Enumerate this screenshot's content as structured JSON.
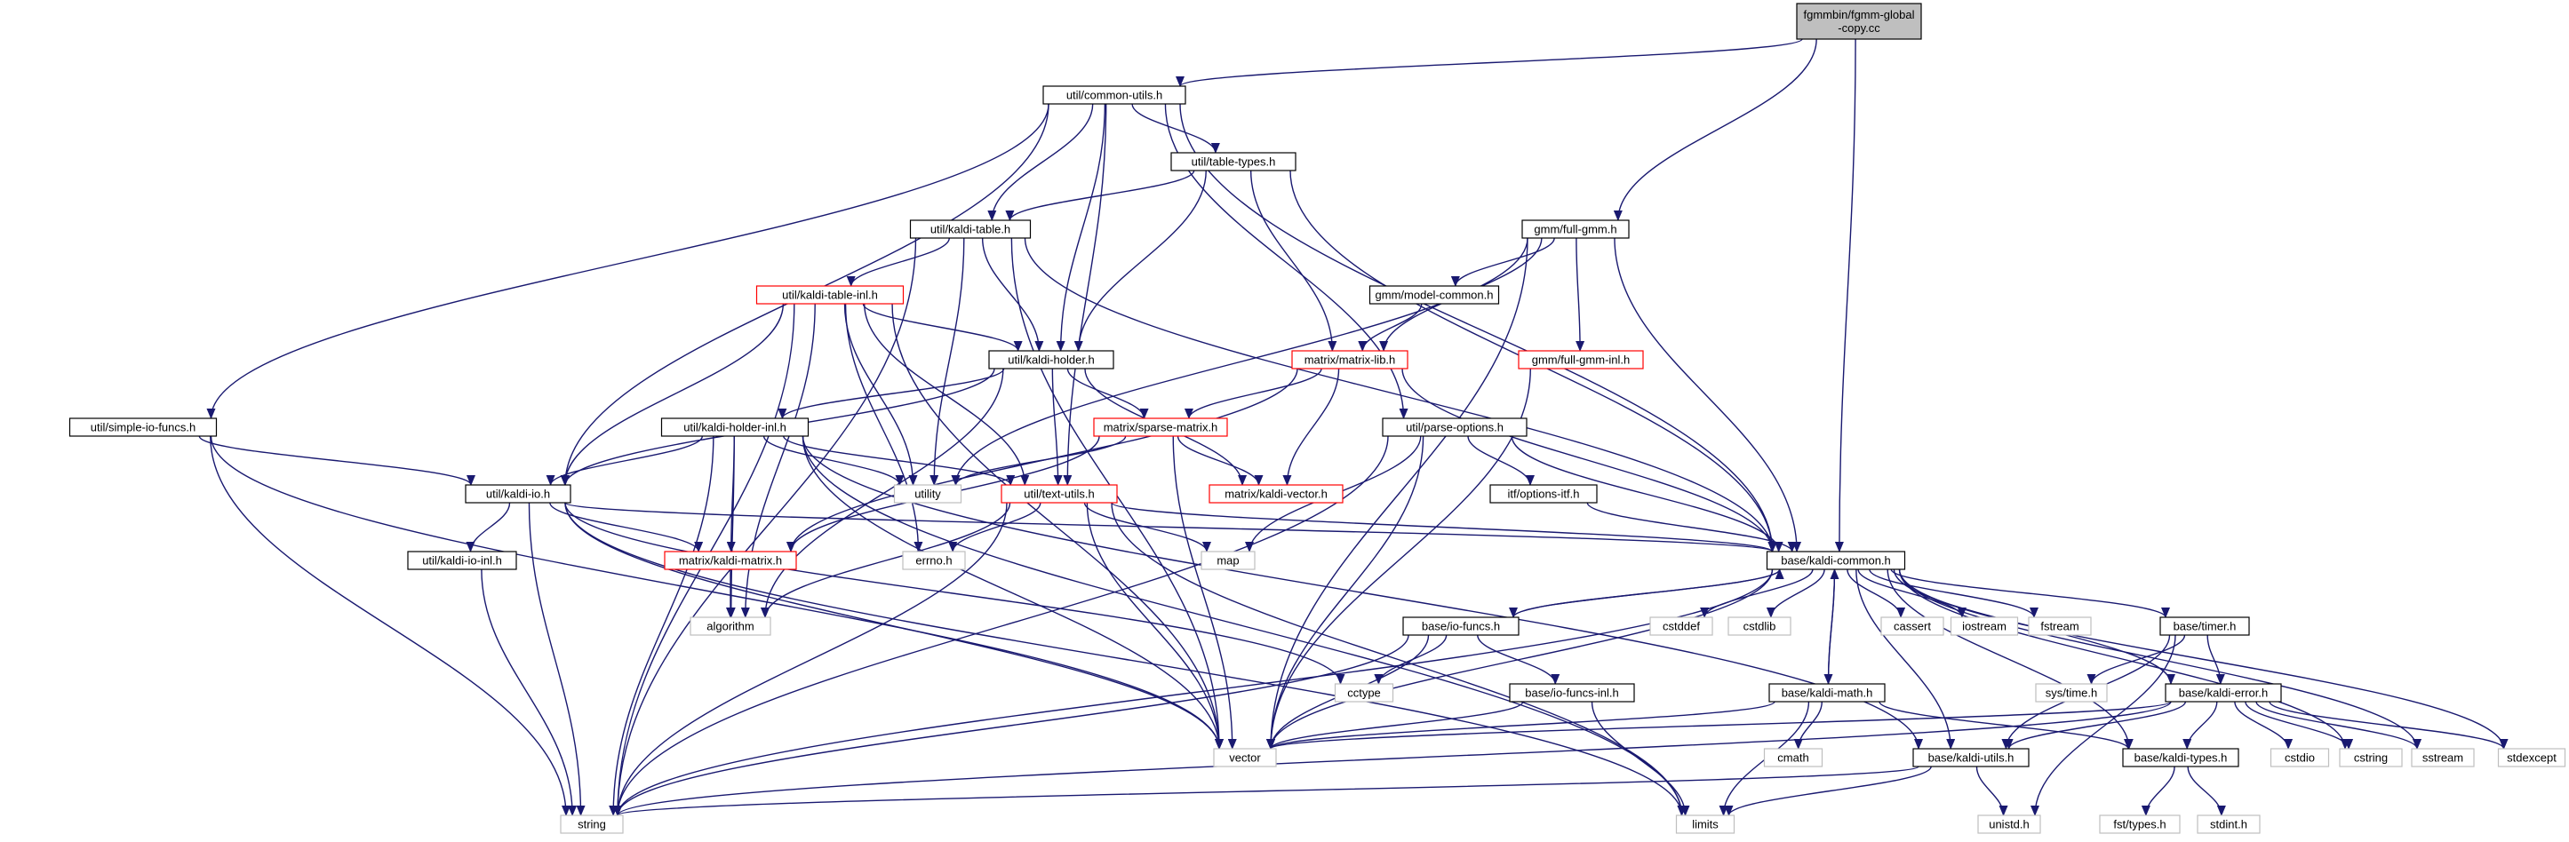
{
  "colors": {
    "edge": "#191970",
    "root_fill": "#bfbfbf",
    "root_stroke": "#000000",
    "normal_stroke": "#000000",
    "truncated_stroke": "#ff0000",
    "system_stroke": "#bfbfbf",
    "background": "#ffffff"
  },
  "nodes": [
    {
      "id": "root",
      "lines": [
        "fgmmbin/fgmm-global",
        "-copy.cc"
      ],
      "style": "root"
    },
    {
      "id": "common_utils",
      "lines": [
        "util/common-utils.h"
      ],
      "style": "normal"
    },
    {
      "id": "full_gmm",
      "lines": [
        "gmm/full-gmm.h"
      ],
      "style": "normal"
    },
    {
      "id": "kaldi_common",
      "lines": [
        "base/kaldi-common.h"
      ],
      "style": "normal"
    },
    {
      "id": "table_types",
      "lines": [
        "util/table-types.h"
      ],
      "style": "normal"
    },
    {
      "id": "kaldi_table",
      "lines": [
        "util/kaldi-table.h"
      ],
      "style": "normal"
    },
    {
      "id": "simple_io",
      "lines": [
        "util/simple-io-funcs.h"
      ],
      "style": "normal"
    },
    {
      "id": "kaldi_io",
      "lines": [
        "util/kaldi-io.h"
      ],
      "style": "normal"
    },
    {
      "id": "kaldi_holder",
      "lines": [
        "util/kaldi-holder.h"
      ],
      "style": "normal"
    },
    {
      "id": "text_utils",
      "lines": [
        "util/text-utils.h"
      ],
      "style": "truncated"
    },
    {
      "id": "parse_options",
      "lines": [
        "util/parse-options.h"
      ],
      "style": "normal"
    },
    {
      "id": "kaldi_table_inl",
      "lines": [
        "util/kaldi-table-inl.h"
      ],
      "style": "truncated"
    },
    {
      "id": "model_common",
      "lines": [
        "gmm/model-common.h"
      ],
      "style": "normal"
    },
    {
      "id": "full_gmm_inl",
      "lines": [
        "gmm/full-gmm-inl.h"
      ],
      "style": "truncated"
    },
    {
      "id": "matrix_lib",
      "lines": [
        "matrix/matrix-lib.h"
      ],
      "style": "truncated"
    },
    {
      "id": "kaldi_holder_inl",
      "lines": [
        "util/kaldi-holder-inl.h"
      ],
      "style": "normal"
    },
    {
      "id": "sparse_matrix",
      "lines": [
        "matrix/sparse-matrix.h"
      ],
      "style": "truncated"
    },
    {
      "id": "kaldi_vector",
      "lines": [
        "matrix/kaldi-vector.h"
      ],
      "style": "truncated"
    },
    {
      "id": "options_itf",
      "lines": [
        "itf/options-itf.h"
      ],
      "style": "normal"
    },
    {
      "id": "utility",
      "lines": [
        "utility"
      ],
      "style": "system"
    },
    {
      "id": "kaldi_io_inl",
      "lines": [
        "util/kaldi-io-inl.h"
      ],
      "style": "normal"
    },
    {
      "id": "kaldi_matrix",
      "lines": [
        "matrix/kaldi-matrix.h"
      ],
      "style": "truncated"
    },
    {
      "id": "errno",
      "lines": [
        "errno.h"
      ],
      "style": "system"
    },
    {
      "id": "map",
      "lines": [
        "map"
      ],
      "style": "system"
    },
    {
      "id": "algorithm",
      "lines": [
        "algorithm"
      ],
      "style": "system"
    },
    {
      "id": "io_funcs",
      "lines": [
        "base/io-funcs.h"
      ],
      "style": "normal"
    },
    {
      "id": "cstddef",
      "lines": [
        "cstddef"
      ],
      "style": "system"
    },
    {
      "id": "cstdlib",
      "lines": [
        "cstdlib"
      ],
      "style": "system"
    },
    {
      "id": "cassert",
      "lines": [
        "cassert"
      ],
      "style": "system"
    },
    {
      "id": "iostream",
      "lines": [
        "iostream"
      ],
      "style": "system"
    },
    {
      "id": "fstream",
      "lines": [
        "fstream"
      ],
      "style": "system"
    },
    {
      "id": "timer",
      "lines": [
        "base/timer.h"
      ],
      "style": "normal"
    },
    {
      "id": "cctype",
      "lines": [
        "cctype"
      ],
      "style": "system"
    },
    {
      "id": "io_funcs_inl",
      "lines": [
        "base/io-funcs-inl.h"
      ],
      "style": "normal"
    },
    {
      "id": "kaldi_math",
      "lines": [
        "base/kaldi-math.h"
      ],
      "style": "normal"
    },
    {
      "id": "sys_time",
      "lines": [
        "sys/time.h"
      ],
      "style": "system"
    },
    {
      "id": "kaldi_error",
      "lines": [
        "base/kaldi-error.h"
      ],
      "style": "normal"
    },
    {
      "id": "vector",
      "lines": [
        "vector"
      ],
      "style": "system"
    },
    {
      "id": "cmath",
      "lines": [
        "cmath"
      ],
      "style": "system"
    },
    {
      "id": "kaldi_utils",
      "lines": [
        "base/kaldi-utils.h"
      ],
      "style": "normal"
    },
    {
      "id": "kaldi_types",
      "lines": [
        "base/kaldi-types.h"
      ],
      "style": "normal"
    },
    {
      "id": "cstdio",
      "lines": [
        "cstdio"
      ],
      "style": "system"
    },
    {
      "id": "cstring",
      "lines": [
        "cstring"
      ],
      "style": "system"
    },
    {
      "id": "sstream",
      "lines": [
        "sstream"
      ],
      "style": "system"
    },
    {
      "id": "stdexcept",
      "lines": [
        "stdexcept"
      ],
      "style": "system"
    },
    {
      "id": "string",
      "lines": [
        "string"
      ],
      "style": "system"
    },
    {
      "id": "limits",
      "lines": [
        "limits"
      ],
      "style": "system"
    },
    {
      "id": "unistd",
      "lines": [
        "unistd.h"
      ],
      "style": "system"
    },
    {
      "id": "fst_types",
      "lines": [
        "fst/types.h"
      ],
      "style": "system"
    },
    {
      "id": "stdint",
      "lines": [
        "stdint.h"
      ],
      "style": "system"
    }
  ],
  "edges": [
    [
      "root",
      "common_utils"
    ],
    [
      "root",
      "full_gmm"
    ],
    [
      "root",
      "kaldi_common"
    ],
    [
      "common_utils",
      "simple_io"
    ],
    [
      "common_utils",
      "kaldi_io"
    ],
    [
      "common_utils",
      "kaldi_table"
    ],
    [
      "common_utils",
      "table_types"
    ],
    [
      "common_utils",
      "kaldi_holder"
    ],
    [
      "common_utils",
      "text_utils"
    ],
    [
      "common_utils",
      "parse_options"
    ],
    [
      "common_utils",
      "kaldi_common"
    ],
    [
      "table_types",
      "kaldi_table"
    ],
    [
      "table_types",
      "kaldi_holder"
    ],
    [
      "table_types",
      "matrix_lib"
    ],
    [
      "table_types",
      "kaldi_common"
    ],
    [
      "kaldi_table",
      "kaldi_table_inl"
    ],
    [
      "kaldi_table",
      "kaldi_holder"
    ],
    [
      "kaldi_table",
      "utility"
    ],
    [
      "kaldi_table",
      "string"
    ],
    [
      "kaldi_table",
      "vector"
    ],
    [
      "kaldi_table",
      "kaldi_common"
    ],
    [
      "kaldi_table_inl",
      "kaldi_holder"
    ],
    [
      "kaldi_table_inl",
      "kaldi_io"
    ],
    [
      "kaldi_table_inl",
      "text_utils"
    ],
    [
      "kaldi_table_inl",
      "utility"
    ],
    [
      "kaldi_table_inl",
      "errno"
    ],
    [
      "kaldi_table_inl",
      "string"
    ],
    [
      "kaldi_table_inl",
      "vector"
    ],
    [
      "kaldi_table_inl",
      "algorithm"
    ],
    [
      "kaldi_holder",
      "kaldi_holder_inl"
    ],
    [
      "kaldi_holder",
      "kaldi_io"
    ],
    [
      "kaldi_holder",
      "text_utils"
    ],
    [
      "kaldi_holder",
      "sparse_matrix"
    ],
    [
      "kaldi_holder",
      "kaldi_vector"
    ],
    [
      "kaldi_holder",
      "algorithm"
    ],
    [
      "kaldi_holder_inl",
      "kaldi_io"
    ],
    [
      "kaldi_holder_inl",
      "text_utils"
    ],
    [
      "kaldi_holder_inl",
      "kaldi_matrix"
    ],
    [
      "kaldi_holder_inl",
      "utility"
    ],
    [
      "kaldi_holder_inl",
      "algorithm"
    ],
    [
      "kaldi_holder_inl",
      "vector"
    ],
    [
      "kaldi_holder_inl",
      "string"
    ],
    [
      "kaldi_holder_inl",
      "limits"
    ],
    [
      "kaldi_holder_inl",
      "kaldi_utils"
    ],
    [
      "simple_io",
      "kaldi_io"
    ],
    [
      "simple_io",
      "string"
    ],
    [
      "simple_io",
      "vector"
    ],
    [
      "kaldi_io",
      "kaldi_io_inl"
    ],
    [
      "kaldi_io",
      "kaldi_matrix"
    ],
    [
      "kaldi_io",
      "kaldi_common"
    ],
    [
      "kaldi_io",
      "string"
    ],
    [
      "kaldi_io",
      "vector"
    ],
    [
      "kaldi_io",
      "limits"
    ],
    [
      "kaldi_io",
      "cctype"
    ],
    [
      "kaldi_io_inl",
      "string"
    ],
    [
      "text_utils",
      "errno"
    ],
    [
      "text_utils",
      "map"
    ],
    [
      "text_utils",
      "algorithm"
    ],
    [
      "text_utils",
      "string"
    ],
    [
      "text_utils",
      "vector"
    ],
    [
      "text_utils",
      "limits"
    ],
    [
      "text_utils",
      "kaldi_common"
    ],
    [
      "parse_options",
      "map"
    ],
    [
      "parse_options",
      "options_itf"
    ],
    [
      "parse_options",
      "kaldi_common"
    ],
    [
      "parse_options",
      "string"
    ],
    [
      "parse_options",
      "vector"
    ],
    [
      "options_itf",
      "kaldi_common"
    ],
    [
      "full_gmm",
      "model_common"
    ],
    [
      "full_gmm",
      "matrix_lib"
    ],
    [
      "full_gmm",
      "full_gmm_inl"
    ],
    [
      "full_gmm",
      "utility"
    ],
    [
      "full_gmm",
      "vector"
    ],
    [
      "full_gmm",
      "kaldi_common"
    ],
    [
      "model_common",
      "matrix_lib"
    ],
    [
      "full_gmm_inl",
      "vector"
    ],
    [
      "matrix_lib",
      "sparse_matrix"
    ],
    [
      "matrix_lib",
      "kaldi_vector"
    ],
    [
      "matrix_lib",
      "kaldi_matrix"
    ],
    [
      "matrix_lib",
      "kaldi_common"
    ],
    [
      "sparse_matrix",
      "utility"
    ],
    [
      "sparse_matrix",
      "kaldi_vector"
    ],
    [
      "sparse_matrix",
      "kaldi_matrix"
    ],
    [
      "sparse_matrix",
      "vector"
    ],
    [
      "kaldi_matrix",
      "algorithm"
    ],
    [
      "kaldi_common",
      "io_funcs"
    ],
    [
      "kaldi_common",
      "kaldi_math"
    ],
    [
      "kaldi_common",
      "cstddef"
    ],
    [
      "kaldi_common",
      "cstdlib"
    ],
    [
      "kaldi_common",
      "cassert"
    ],
    [
      "kaldi_common",
      "iostream"
    ],
    [
      "kaldi_common",
      "fstream"
    ],
    [
      "kaldi_common",
      "timer"
    ],
    [
      "kaldi_common",
      "kaldi_error"
    ],
    [
      "kaldi_common",
      "kaldi_types"
    ],
    [
      "kaldi_common",
      "kaldi_utils"
    ],
    [
      "kaldi_common",
      "cstring"
    ],
    [
      "kaldi_common",
      "sstream"
    ],
    [
      "kaldi_common",
      "stdexcept"
    ],
    [
      "kaldi_common",
      "vector"
    ],
    [
      "kaldi_common",
      "string"
    ],
    [
      "io_funcs",
      "cctype"
    ],
    [
      "io_funcs",
      "io_funcs_inl"
    ],
    [
      "io_funcs",
      "vector"
    ],
    [
      "io_funcs",
      "string"
    ],
    [
      "io_funcs",
      "kaldi_common"
    ],
    [
      "io_funcs_inl",
      "vector"
    ],
    [
      "io_funcs_inl",
      "limits"
    ],
    [
      "kaldi_math",
      "cmath"
    ],
    [
      "kaldi_math",
      "limits"
    ],
    [
      "kaldi_math",
      "vector"
    ],
    [
      "kaldi_math",
      "kaldi_types"
    ],
    [
      "kaldi_math",
      "kaldi_common"
    ],
    [
      "timer",
      "sys_time"
    ],
    [
      "timer",
      "unistd"
    ],
    [
      "timer",
      "kaldi_error"
    ],
    [
      "timer",
      "kaldi_utils"
    ],
    [
      "kaldi_error",
      "cstdio"
    ],
    [
      "kaldi_error",
      "cstring"
    ],
    [
      "kaldi_error",
      "sstream"
    ],
    [
      "kaldi_error",
      "stdexcept"
    ],
    [
      "kaldi_error",
      "string"
    ],
    [
      "kaldi_error",
      "vector"
    ],
    [
      "kaldi_error",
      "kaldi_types"
    ],
    [
      "kaldi_error",
      "kaldi_utils"
    ],
    [
      "kaldi_utils",
      "string"
    ],
    [
      "kaldi_utils",
      "limits"
    ],
    [
      "kaldi_utils",
      "unistd"
    ],
    [
      "kaldi_types",
      "fst_types"
    ],
    [
      "kaldi_types",
      "stdint"
    ]
  ]
}
